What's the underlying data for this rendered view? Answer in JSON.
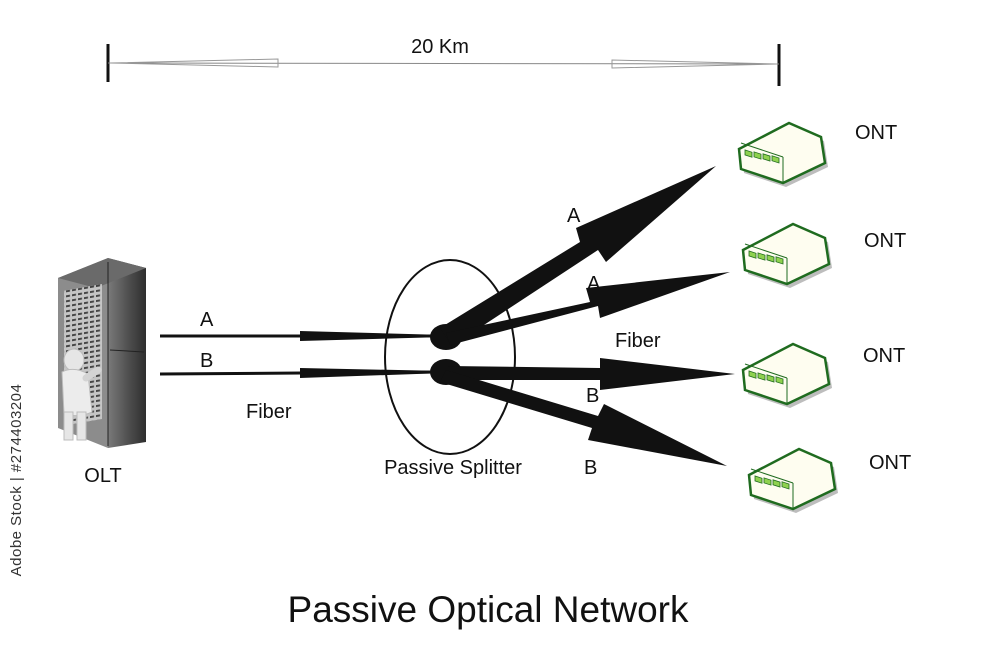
{
  "diagram": {
    "title": "Passive Optical Network",
    "distance_label": "20 Km",
    "olt_label": "OLT",
    "splitter_label": "Passive Splitter",
    "fiber_label_left": "Fiber",
    "fiber_label_right": "Fiber",
    "ont_labels": [
      "ONT",
      "ONT",
      "ONT",
      "ONT"
    ],
    "input_labels": [
      "A",
      "B"
    ],
    "output_labels": [
      "A",
      "A",
      "B",
      "B"
    ],
    "colors": {
      "line": "#111111",
      "ont_outline": "#1f6b1f",
      "ont_port": "#8fd14f",
      "rack": "#5a5a5a"
    }
  },
  "watermark": {
    "stock_id": "Adobe Stock | #274403204"
  }
}
